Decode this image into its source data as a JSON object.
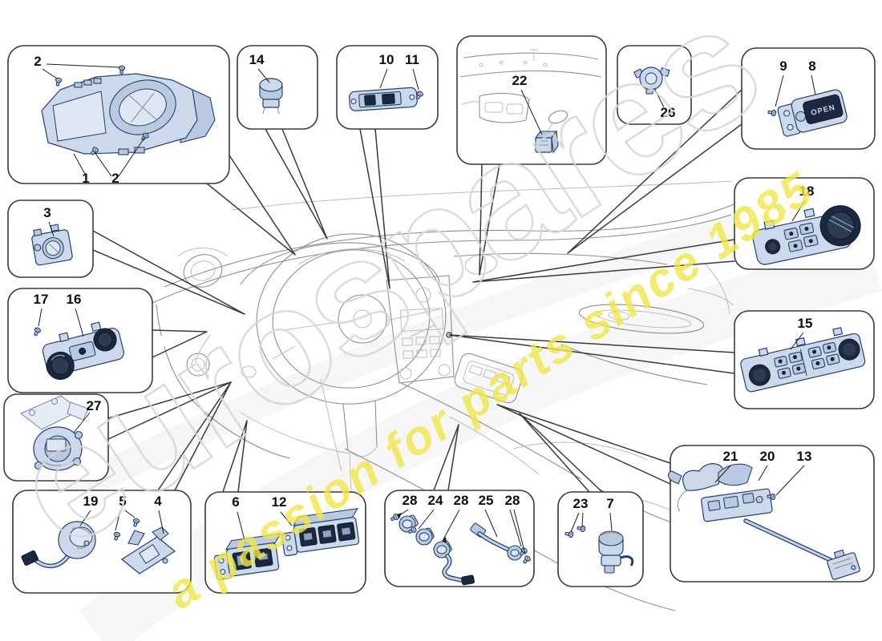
{
  "diagram": {
    "watermark_brand": "eurospares",
    "watermark_tagline": "a passion for parts since 1985",
    "open_button_label": "OPEN"
  },
  "callouts": [
    {
      "name": "cluster-screws-top",
      "label": "2"
    },
    {
      "name": "instrument-cluster",
      "label": "1"
    },
    {
      "name": "cluster-screws-bottom",
      "label": "2"
    },
    {
      "name": "push-button",
      "label": "14"
    },
    {
      "name": "switch-panel",
      "label": "10"
    },
    {
      "name": "switch-panel-screw",
      "label": "11"
    },
    {
      "name": "roof-connector",
      "label": "22"
    },
    {
      "name": "round-sensor",
      "label": "26"
    },
    {
      "name": "open-button-screw",
      "label": "9"
    },
    {
      "name": "open-button",
      "label": "8"
    },
    {
      "name": "ignition-switch",
      "label": "3"
    },
    {
      "name": "light-switch-screw",
      "label": "17"
    },
    {
      "name": "light-switch-unit",
      "label": "16"
    },
    {
      "name": "actuator-motor",
      "label": "27"
    },
    {
      "name": "rotary-control-pod",
      "label": "18"
    },
    {
      "name": "climate-control-panel",
      "label": "15"
    },
    {
      "name": "sensor-with-cable",
      "label": "19"
    },
    {
      "name": "bracket-screws",
      "label": "5"
    },
    {
      "name": "bracket-switch",
      "label": "4"
    },
    {
      "name": "two-gang-switch",
      "label": "6"
    },
    {
      "name": "three-gang-switch",
      "label": "12"
    },
    {
      "name": "harness-screw-a",
      "label": "28"
    },
    {
      "name": "switch-harness",
      "label": "24"
    },
    {
      "name": "harness-screw-b",
      "label": "28"
    },
    {
      "name": "wiring-harness",
      "label": "25"
    },
    {
      "name": "harness-screws-c",
      "label": "28"
    },
    {
      "name": "valve-screws",
      "label": "23"
    },
    {
      "name": "valve-unit",
      "label": "7"
    },
    {
      "name": "handle-lever",
      "label": "21"
    },
    {
      "name": "handle-paddle",
      "label": "20"
    },
    {
      "name": "handle-bolt",
      "label": "13"
    }
  ]
}
